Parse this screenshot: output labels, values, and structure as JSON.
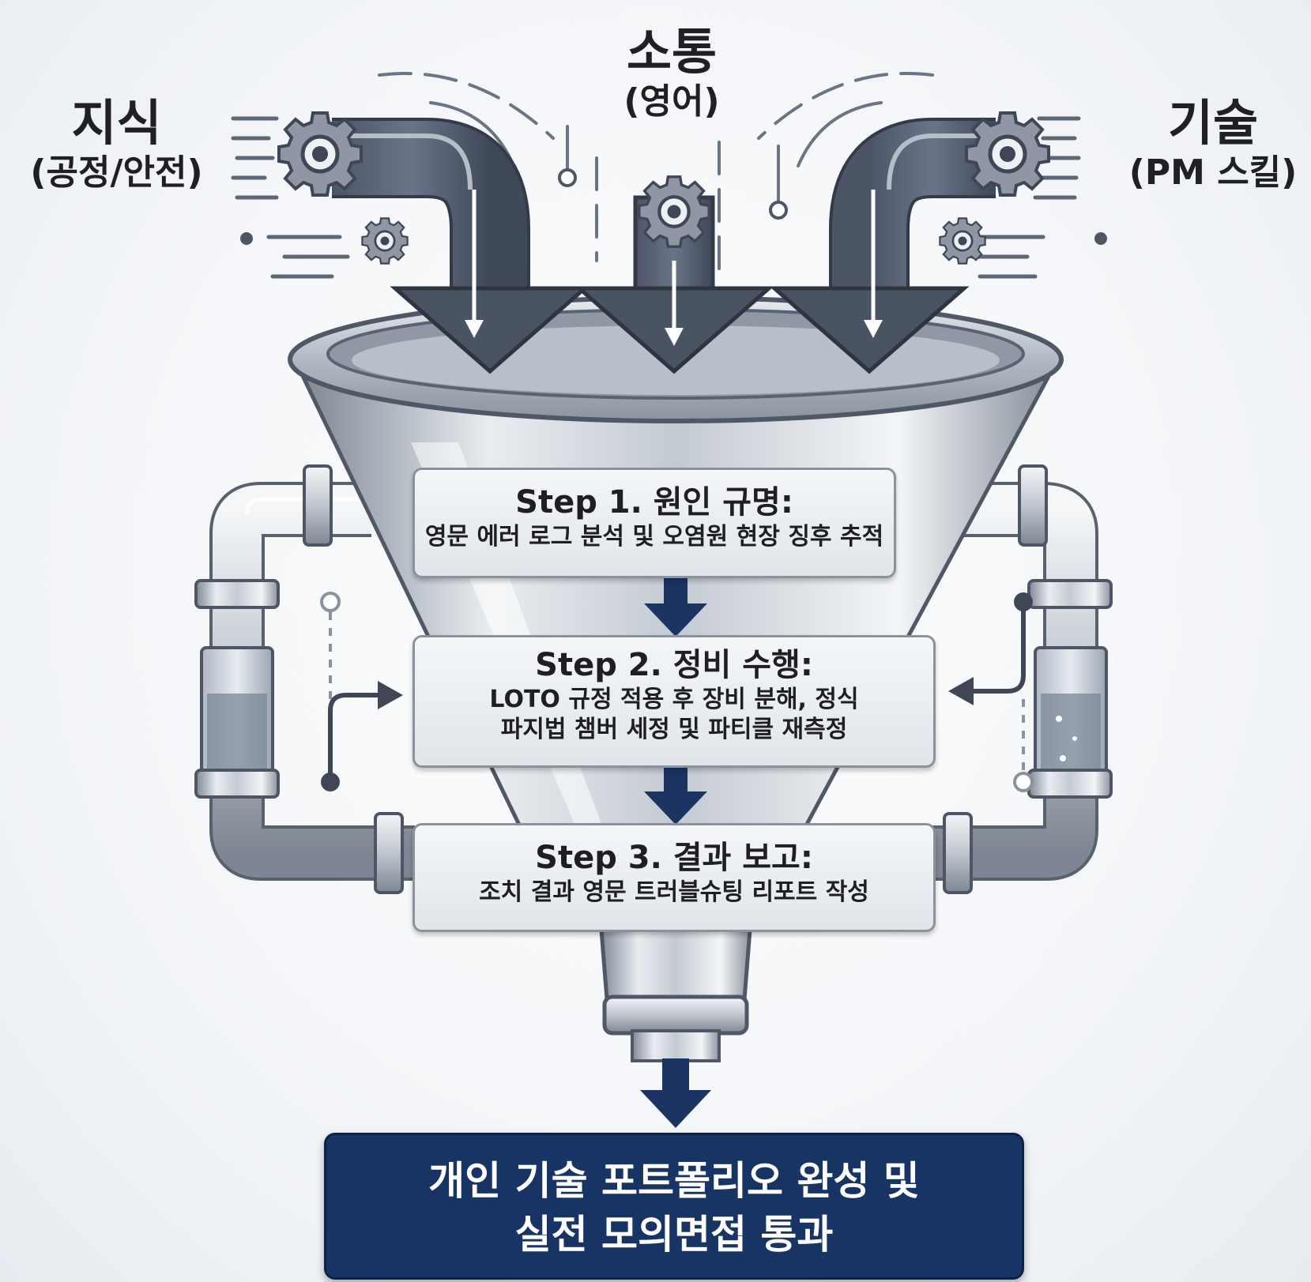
{
  "inputs": {
    "knowledge": {
      "title": "지식",
      "subtitle": "(공정/안전)"
    },
    "communication": {
      "title": "소통",
      "subtitle": "(영어)"
    },
    "skill": {
      "title": "기술",
      "subtitle": "(PM 스킬)"
    }
  },
  "steps": [
    {
      "title": "Step 1. 원인 규명:",
      "lines": [
        "영문 에러 로그 분석 및 오염원 현장 징후 추적"
      ]
    },
    {
      "title": "Step 2. 정비 수행:",
      "lines": [
        "LOTO 규정 적용 후 장비 분해, 정식",
        "파지법 챔버 세정 및 파티클 재측정"
      ]
    },
    {
      "title": "Step 3. 결과 보고:",
      "lines": [
        "조치 결과 영문 트러블슈팅 리포트 작성"
      ]
    }
  ],
  "outcome": {
    "lines": [
      "개인 기술 포트폴리오 완성 및",
      "실전 모의면접 통과"
    ]
  },
  "colors": {
    "navy": "#183464",
    "arrow": "#505a6c",
    "steel": "#b7bec8",
    "text": "#1e1e24"
  },
  "icons": [
    "gear-icon",
    "pipe-arrow-icon",
    "funnel-icon",
    "recycle-pipe-icon"
  ]
}
